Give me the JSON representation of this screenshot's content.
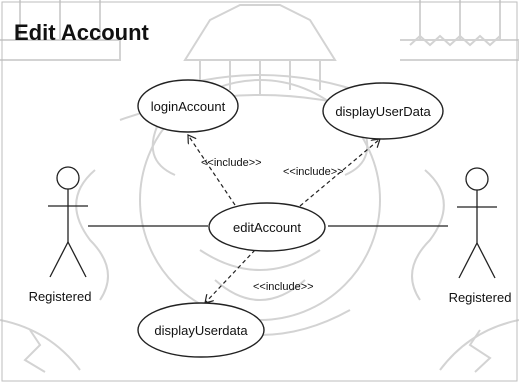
{
  "title": "Edit Account",
  "use_cases": {
    "login": "loginAccount",
    "display_top": "displayUserData",
    "edit": "editAccount",
    "display_bottom": "displayUserdata"
  },
  "actors": {
    "left": "Registered",
    "right": "Registered"
  },
  "stereotypes": {
    "login_include": "<<include>>",
    "display_top_include": "<<include>>",
    "display_bottom_include": "<<include>>"
  },
  "watermark": "seal-watermark"
}
